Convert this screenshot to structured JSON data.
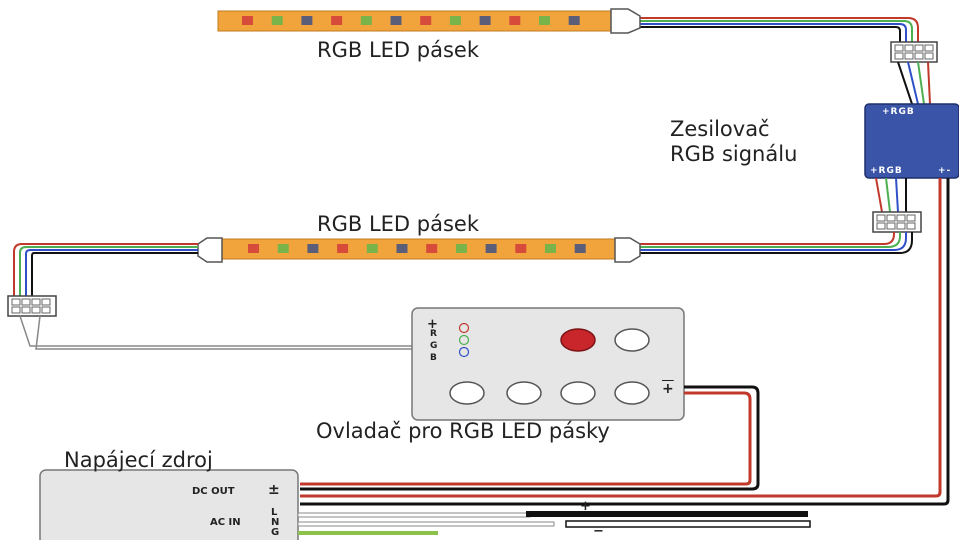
{
  "labels": {
    "strip_top": "RGB LED pásek",
    "strip_middle": "RGB LED pásek",
    "amplifier": [
      "Zesilovač",
      "RGB signálu"
    ],
    "controller": "Ovladač pro RGB LED pásky",
    "psu": "Napájecí zdroj"
  },
  "amplifier_pins": {
    "input": "+RGB",
    "output": "+RGB",
    "power": "+-"
  },
  "controller_pins": {
    "plus": "+",
    "r": "R",
    "g": "G",
    "b": "B",
    "power": "+"
  },
  "psu_pins": {
    "dc_out": "DC OUT",
    "dc_sign": "±",
    "ac_in": "AC IN",
    "l": "L",
    "n": "N",
    "g": "G"
  },
  "mains": {
    "plus": "+",
    "minus": "−"
  },
  "colors": {
    "strip": "#f2a43c",
    "led_red": "#d64b3a",
    "led_green": "#78b44a",
    "led_blue": "#5a5e78",
    "amplifier": "#3a55a8",
    "wire_red": "#c0392b",
    "wire_green": "#4caf50",
    "wire_blue": "#3050c8",
    "wire_black": "#111111",
    "button_red": "#c8262b",
    "controller_body": "#e6e6e6"
  }
}
